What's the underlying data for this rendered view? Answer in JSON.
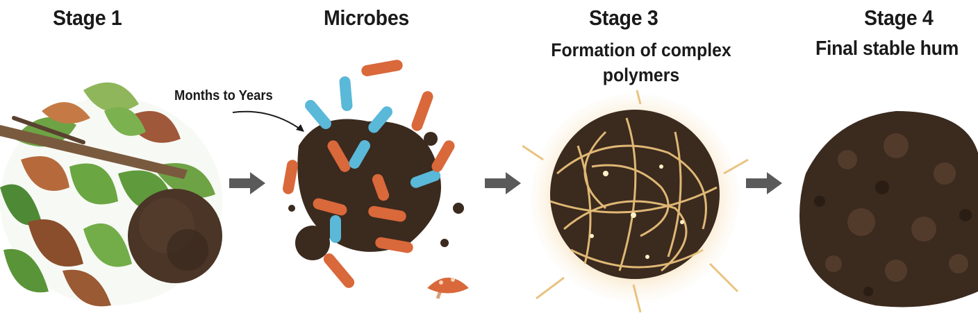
{
  "stages": [
    {
      "title": "Stage 1",
      "subtitle": ""
    },
    {
      "title": "Microbes",
      "subtitle": ""
    },
    {
      "title": "Stage 3",
      "subtitle_line1": "Formation of complex",
      "subtitle_line2": "polymers"
    },
    {
      "title": "Stage 4",
      "subtitle": "Final stable hum"
    }
  ],
  "annotation": {
    "time_label": "Months to Years"
  },
  "colors": {
    "arrow": "#5a5a5a",
    "soil": "#3b2a1e",
    "leaf_green": "#5f9a3c",
    "leaf_brown": "#9a5a33",
    "bacteria_orange": "#d9683a",
    "bacteria_blue": "#5ab8d8",
    "polymer_gold": "#e8c07a"
  }
}
